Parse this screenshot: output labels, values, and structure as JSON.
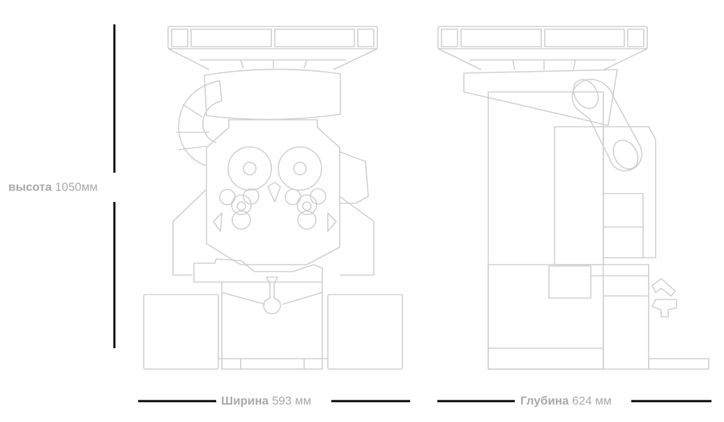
{
  "dimensions": {
    "height": {
      "name": "высота",
      "value": "1050мм"
    },
    "width": {
      "name": "Ширина",
      "value": "593 мм"
    },
    "depth": {
      "name": "Глубина",
      "value": "624 мм"
    }
  },
  "colors": {
    "outline": "#cfcfcf",
    "dimension_line": "#000000",
    "label_text": "#a9a9a9"
  }
}
